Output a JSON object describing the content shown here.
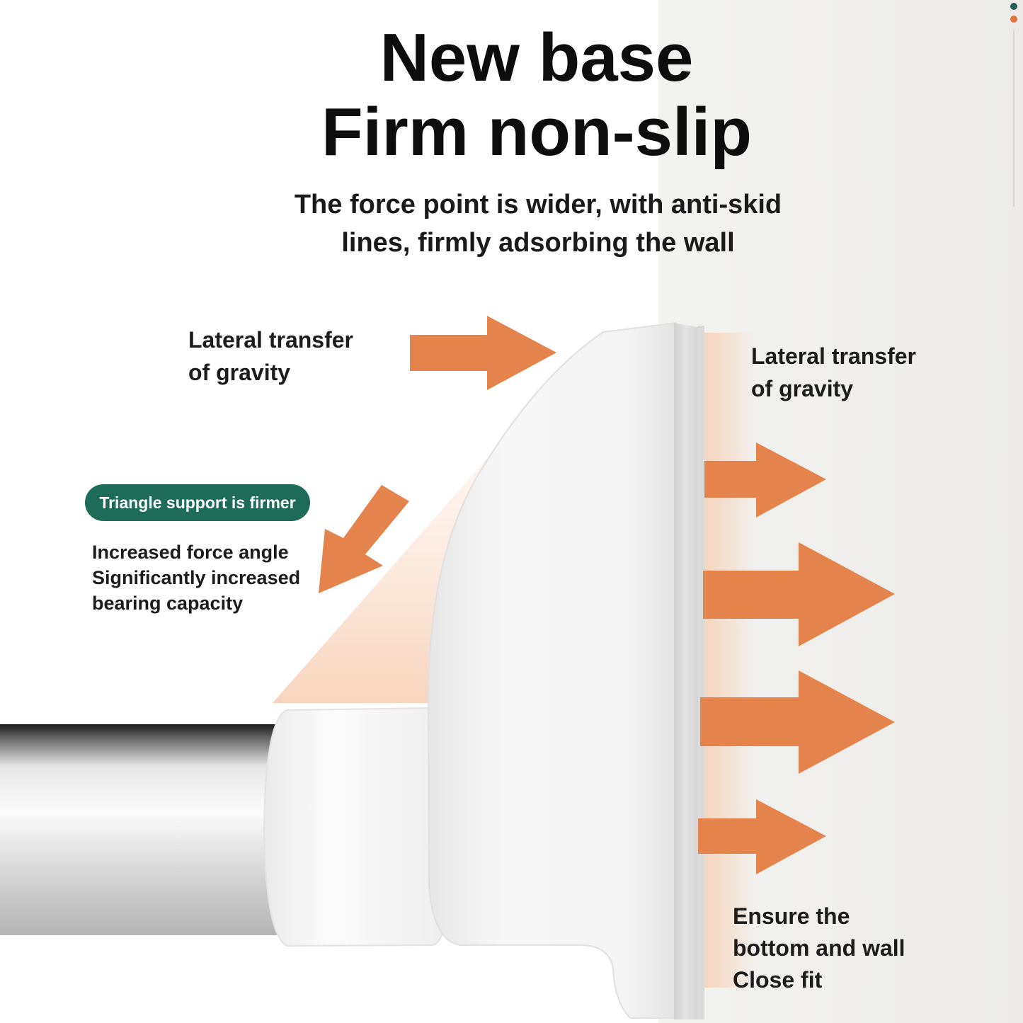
{
  "title": {
    "line1": "New base",
    "line2": "Firm non-slip"
  },
  "subtitle": {
    "line1": "The force point is wider, with anti-skid",
    "line2": "lines, firmly adsorbing the wall"
  },
  "labels": {
    "lateral_left": [
      "Lateral transfer",
      "of gravity"
    ],
    "lateral_right": [
      "Lateral transfer",
      "of gravity"
    ],
    "badge": "Triangle support is firmer",
    "increased": [
      "Increased force angle",
      "Significantly increased",
      "bearing capacity"
    ],
    "ensure": [
      "Ensure the",
      "bottom and wall",
      "Close fit"
    ]
  },
  "colors": {
    "arrow": "#e4844c",
    "badge": "#1f6b5a",
    "wall": "#efeeeb",
    "base": "#f4f4f4",
    "tube": "#c9c9c9"
  },
  "icons": {
    "arrows": "arrow-right-icon",
    "diagonal_arrow": "arrow-down-left-icon",
    "scroll_dots": [
      "teal-dot-icon",
      "orange-dot-icon"
    ]
  }
}
